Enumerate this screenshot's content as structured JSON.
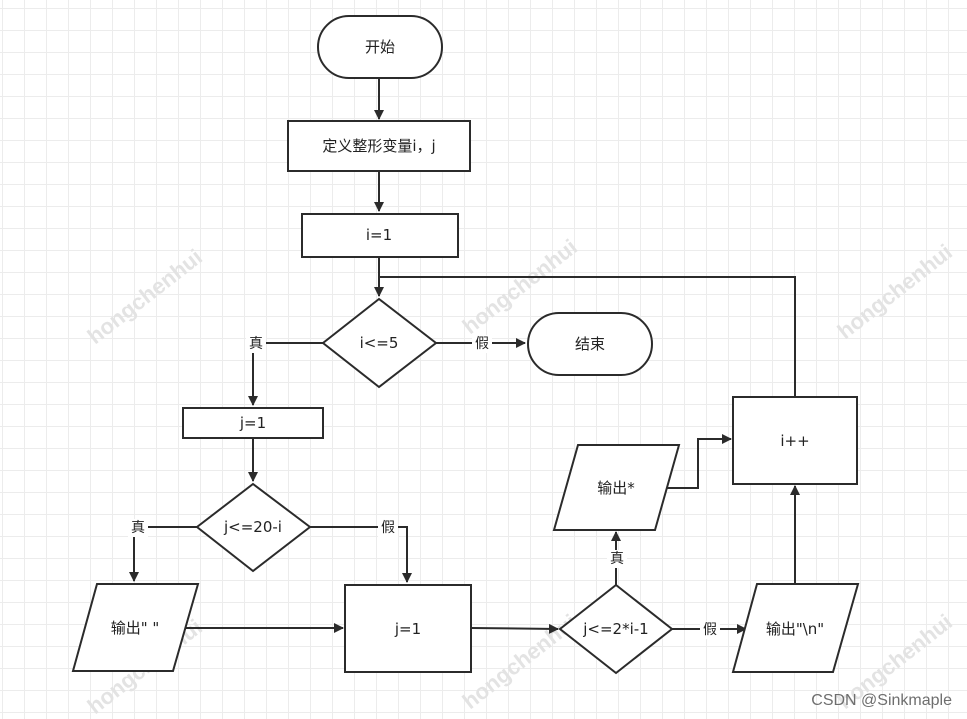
{
  "nodes": {
    "start": "开始",
    "define_vars": "定义整形变量i，j",
    "init_i": "i=1",
    "cond_i": "i<=5",
    "end": "结束",
    "init_j": "j=1",
    "cond_j": "j<=20-i",
    "output_space": "输出\" \"",
    "reset_j": "j=1",
    "cond_star": "j<=2*i-1",
    "output_star": "输出*",
    "output_newline": "输出\"\\n\"",
    "increment_i": "i++"
  },
  "edge_labels": {
    "cond_i_true": "真",
    "cond_i_false": "假",
    "cond_j_true": "真",
    "cond_j_false": "假",
    "cond_star_true": "真",
    "cond_star_false": "假"
  },
  "watermark": "hongchenhui",
  "credit": "CSDN @Sinkmaple"
}
